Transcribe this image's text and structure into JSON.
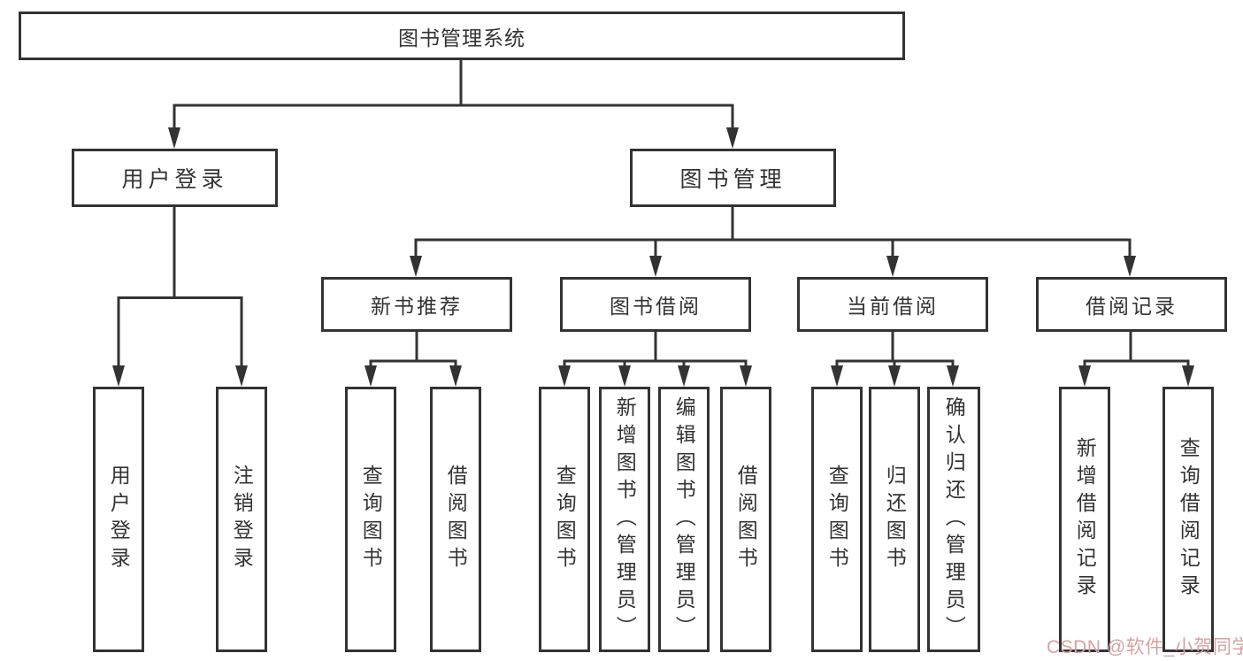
{
  "diagram": {
    "title": "图书管理系统",
    "level2": {
      "user": {
        "label": "用户登录",
        "children": {
          "login": "用户登录",
          "logout": "注销登录"
        }
      },
      "books": {
        "label": "图书管理"
      }
    },
    "level3": {
      "recommend": {
        "label": "新书推荐",
        "children": {
          "query": "查询图书",
          "borrow": "借阅图书"
        }
      },
      "borrowing": {
        "label": "图书借阅",
        "children": {
          "query": "查询图书",
          "add": "新增图书（管理员）",
          "edit": "编辑图书（管理员）",
          "borrow": "借阅图书"
        }
      },
      "current": {
        "label": "当前借阅",
        "children": {
          "query": "查询图书",
          "return": "归还图书",
          "confirm": "确认归还（管理员）"
        }
      },
      "records": {
        "label": "借阅记录",
        "children": {
          "add": "新增借阅记录",
          "query": "查询借阅记录"
        }
      }
    }
  },
  "watermark": {
    "text": "CSDN @软件_小贺同学"
  },
  "colors": {
    "line": "#333333",
    "watermark": "#d6a2a2"
  }
}
